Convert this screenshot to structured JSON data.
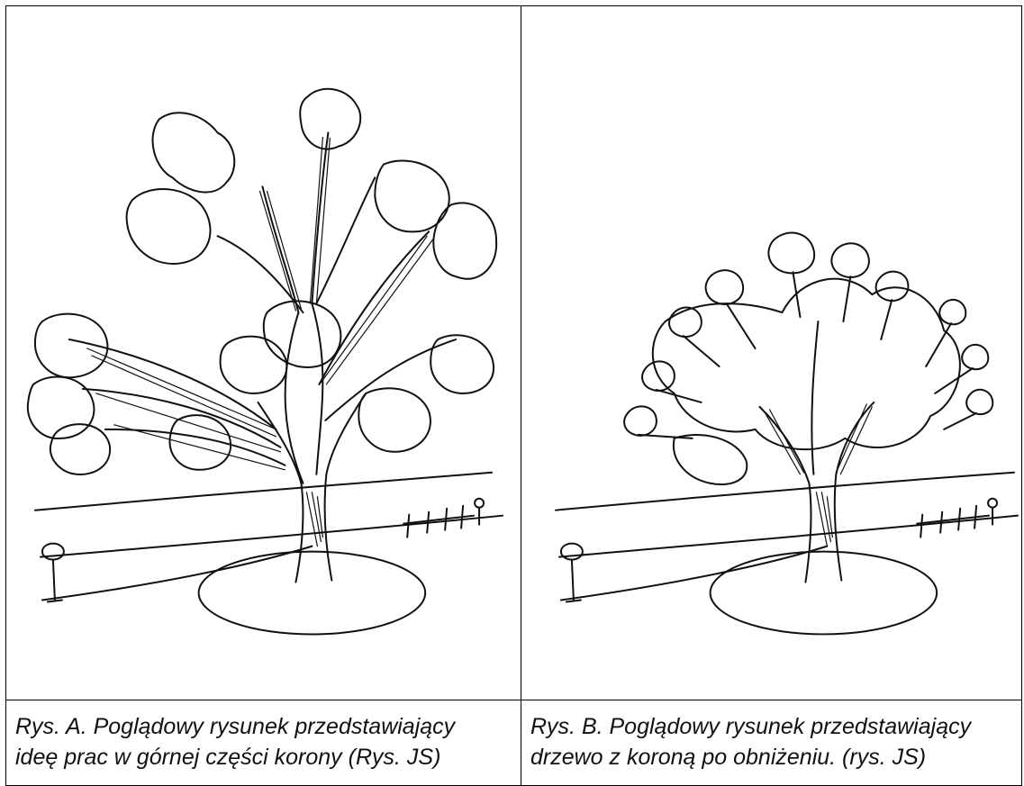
{
  "figures": [
    {
      "caption_line1": "Rys. A. Poglądowy rysunek przedstawiający",
      "caption_line2": "ideę prac w górnej części korony (Rys. JS)"
    },
    {
      "caption_line1": "Rys. B. Poglądowy rysunek przedstawiający",
      "caption_line2": "drzewo z koroną po obniżeniu. (rys. JS)"
    }
  ]
}
